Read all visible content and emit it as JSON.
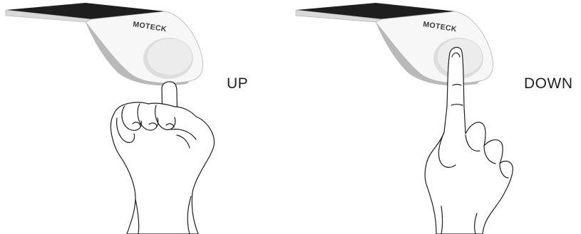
{
  "brand": "MOTECK",
  "panels": [
    {
      "label": "UP"
    },
    {
      "label": "DOWN"
    }
  ]
}
